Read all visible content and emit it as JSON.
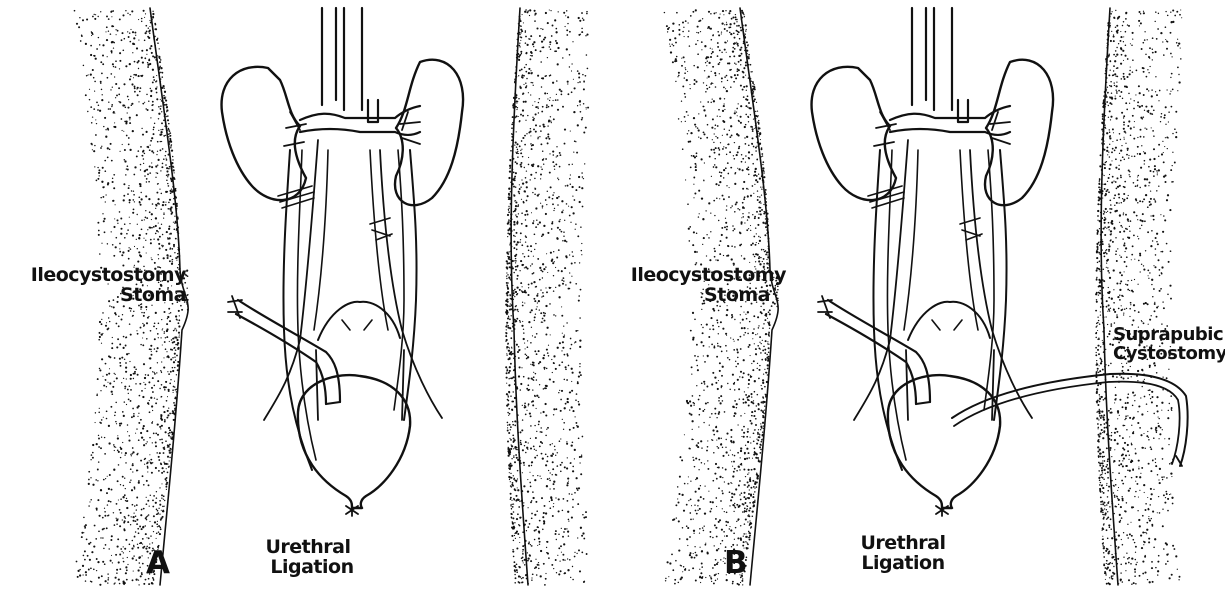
{
  "panels": [
    {
      "letter": "A",
      "labels": {
        "ileostomy_line1": "Ileocystostomy",
        "ileostomy_line2": "Stoma",
        "urethral_line1": "Urethral",
        "urethral_line2": "Ligation"
      }
    },
    {
      "letter": "B",
      "labels": {
        "ileostomy_line1": "Ileocystostomy",
        "ileostomy_line2": "Stoma",
        "urethral_line1": "Urethral",
        "urethral_line2": "Ligation",
        "cystostomy_line1": "Suprapubic",
        "cystostomy_line2": "Cystostomy"
      }
    }
  ],
  "colors": {
    "ink": "#111111",
    "background": "#ffffff"
  }
}
